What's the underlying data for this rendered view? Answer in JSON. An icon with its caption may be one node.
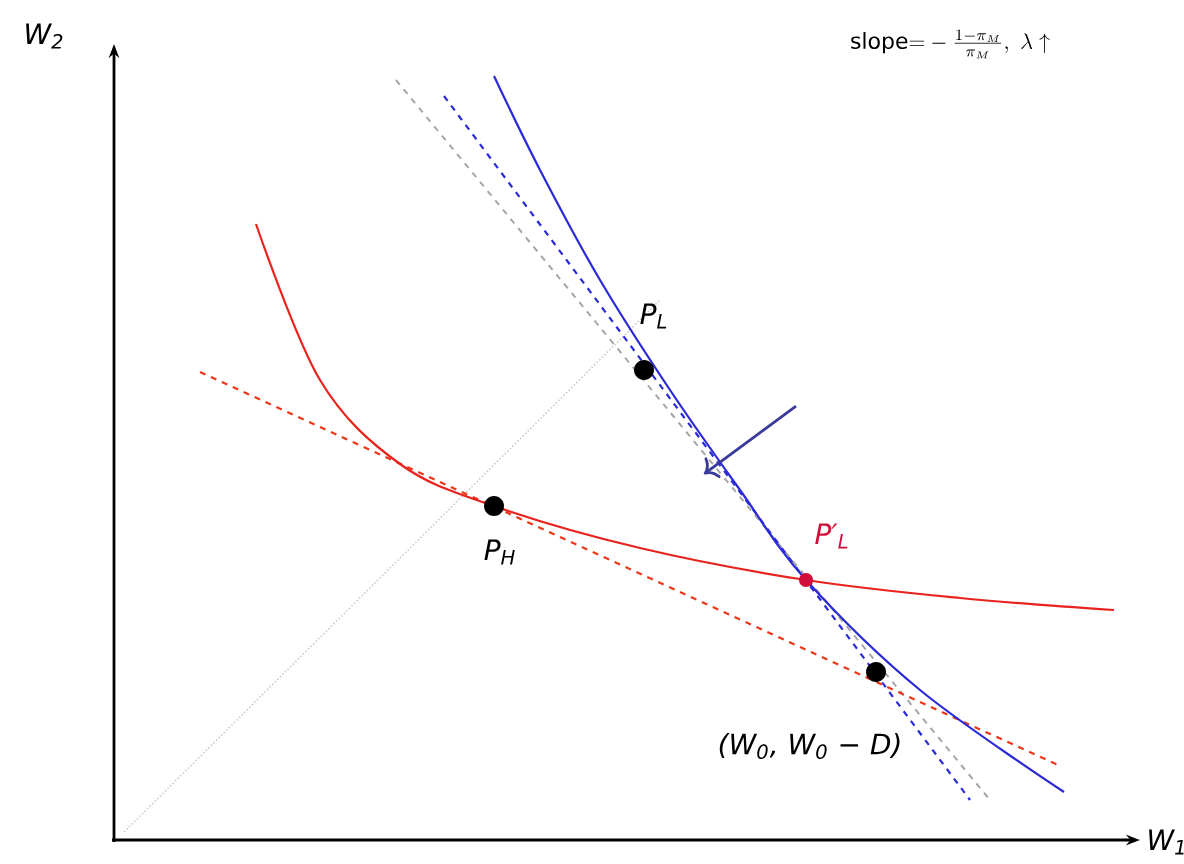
{
  "diagram": {
    "labels": [
      "W$_{2}$",
      "\\mathrm{slope}{=}-\\frac{1-\\pi_M}{\\pi_M},\\ \\lambda\\uparrow",
      "P$_{L}$",
      "P$_{H}$",
      "P′$_{L}$",
      "(W$_{0}$, W$_{0}$ − D)",
      "W$_{1}$"
    ]
  }
}
